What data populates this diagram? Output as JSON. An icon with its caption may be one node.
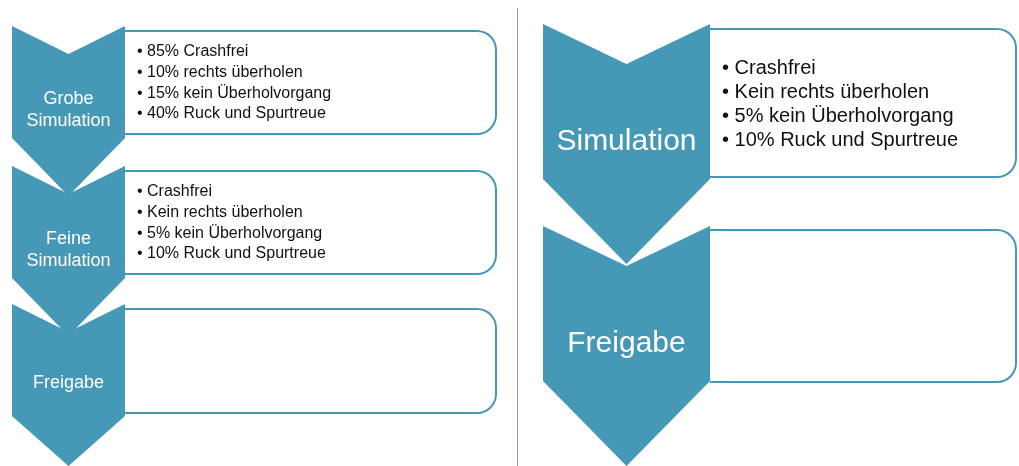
{
  "diagram": {
    "nodes": [
      {
        "text": [
          "Grobe Simulation"
        ]
      },
      {
        "text": [
          "• 85% Crashfrei",
          "• 10% rechts überholen",
          "• 15% kein Überholvorgang",
          "• 40% Ruck und Spurtreue"
        ]
      },
      {
        "text": [
          "Feine Simulation"
        ]
      },
      {
        "text": [
          "• Crashfrei",
          "• Kein rechts überholen",
          "• 5% kein Überholvorgang",
          "• 10% Ruck und Spurtreue"
        ]
      },
      {
        "text": [
          "Freigabe"
        ]
      },
      {
        "text": [],
        "shape": "box"
      },
      {
        "text": [
          "Simulation"
        ]
      },
      {
        "text": [
          "• Crashfrei",
          "• Kein rechts überholen",
          "• 5% kein Überholvorgang",
          "• 10% Ruck und Spurtreue"
        ]
      },
      {
        "text": [
          "Freigabe"
        ]
      },
      {
        "text": [],
        "shape": "box"
      }
    ]
  }
}
